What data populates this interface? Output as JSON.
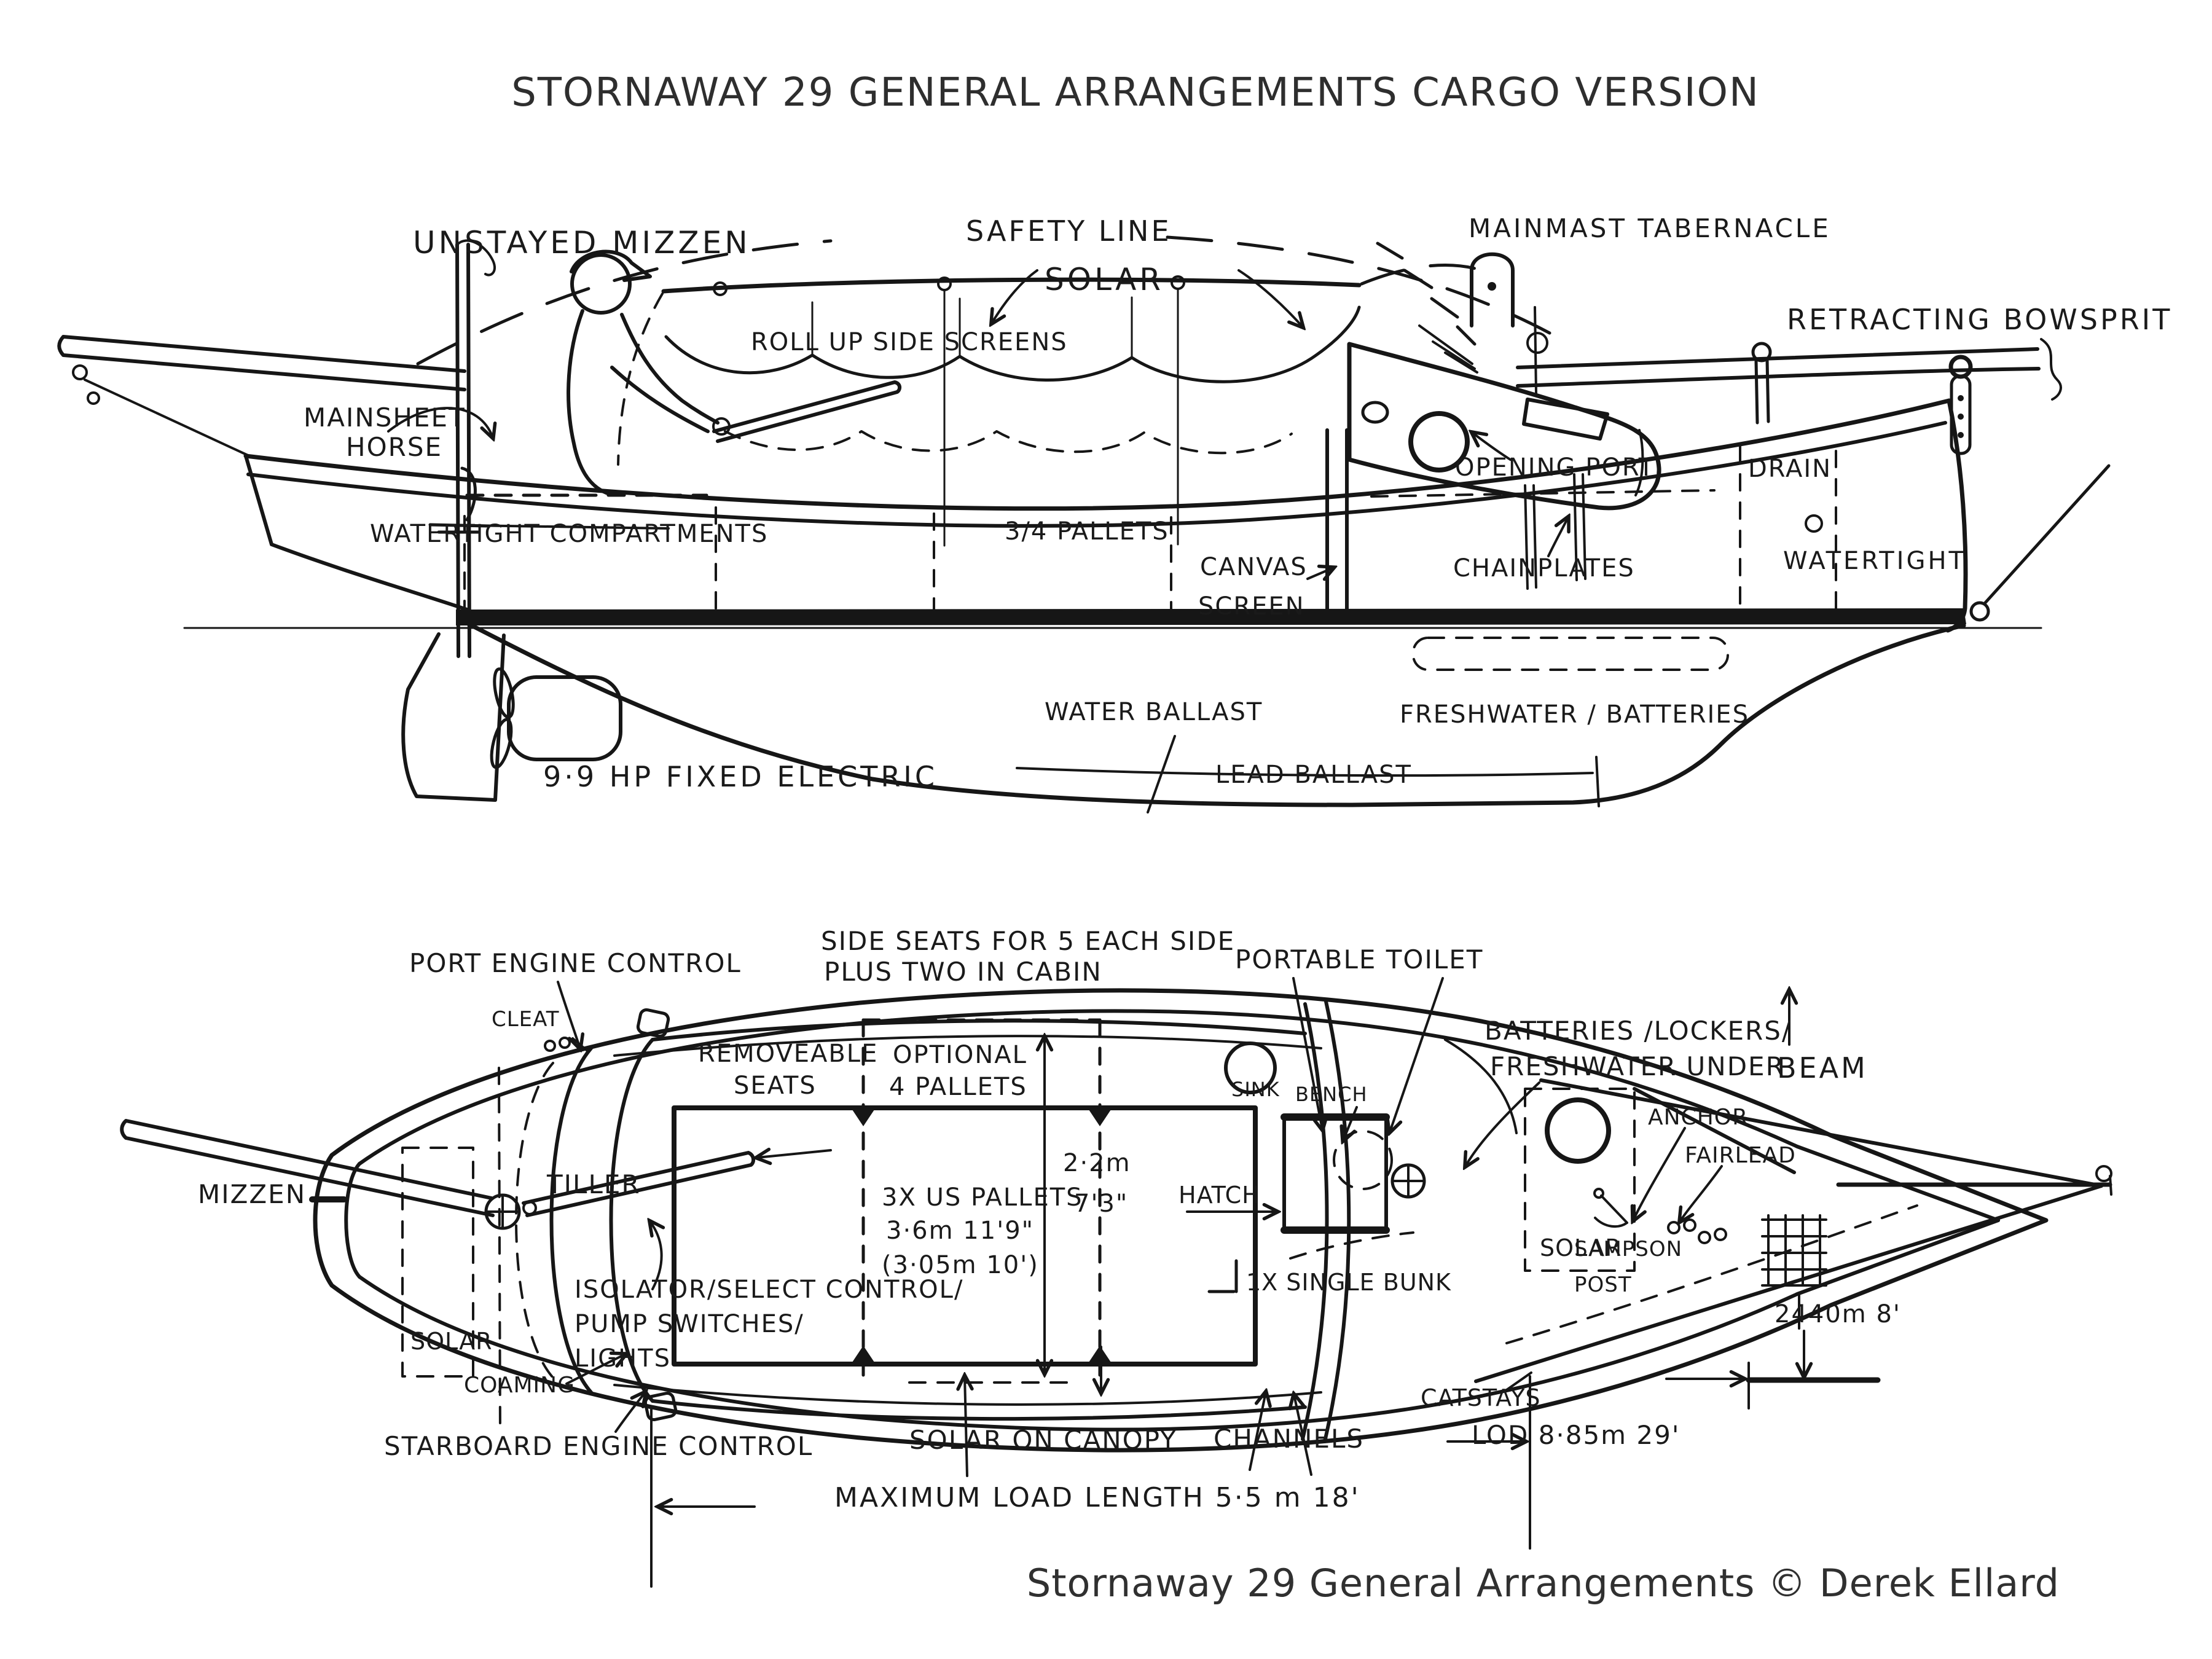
{
  "title": "STORNAWAY 29 GENERAL ARRANGEMENTS CARGO VERSION",
  "credit": "Stornaway 29 General Arrangements © Derek Ellard",
  "colors": {
    "ink": "#161616",
    "paper": "#ffffff"
  },
  "side_view": {
    "unstayed_mizzen": "UNSTAYED MIZZEN",
    "safety_line": "SAFETY LINE",
    "solar": "SOLAR",
    "roll_up_side_screens": "ROLL UP SIDE SCREENS",
    "mainmast_tabernacle": "MAINMAST TABERNACLE",
    "retracting_bowsprit": "RETRACTING BOWSPRIT",
    "mainsheet_horse": [
      "MAINSHEET",
      "HORSE"
    ],
    "watertight_compartments": "WATERTIGHT COMPARTMENTS",
    "pallets_34": "3/4 PALLETS",
    "opening_port": "OPENING PORT",
    "drain": "DRAIN",
    "canvas_screen": [
      "CANVAS",
      "SCREEN"
    ],
    "chainplates": "CHAINPLATES",
    "watertight": "WATERTIGHT",
    "water_ballast": "WATER BALLAST",
    "freshwater_batteries": "FRESHWATER / BATTERIES",
    "lead_ballast": "LEAD BALLAST",
    "engine": "9·9 HP FIXED ELECTRIC"
  },
  "plan_view": {
    "port_engine_control": "PORT ENGINE CONTROL",
    "side_seats": [
      "SIDE SEATS FOR 5 EACH SIDE",
      "PLUS TWO IN CABIN"
    ],
    "portable_toilet": "PORTABLE TOILET",
    "cleat": "CLEAT",
    "removeable_seats": [
      "REMOVEABLE",
      "SEATS"
    ],
    "optional_pallets": [
      "OPTIONAL",
      "4 PALLETS"
    ],
    "sink": "SINK",
    "bench": "BENCH",
    "batteries_lockers": [
      "BATTERIES /LOCKERS/",
      "FRESHWATER UNDER"
    ],
    "beam": "BEAM",
    "anchor": "ANCHOR",
    "fairlead": "FAIRLEAD",
    "mizzen": "MIZZEN",
    "solar_left": "SOLAR",
    "tiller": "TILLER",
    "isolator": [
      "ISOLATOR/SELECT CONTROL/",
      "PUMP SWITCHES/",
      "LIGHTS"
    ],
    "us_pallets": [
      "3X US PALLETS",
      "3·6m 11'9\"",
      "(3·05m 10')"
    ],
    "dim_22m": [
      "2·2m",
      "7'3\""
    ],
    "hatch": "HATCH",
    "solar_right": "SOLAR",
    "single_bunk": "1X SINGLE BUNK",
    "sampson_post": [
      "SAMPSON",
      "POST"
    ],
    "dim_2440": "2440m 8'",
    "coaming": "COAMING",
    "starboard_engine_control": "STARBOARD ENGINE CONTROL",
    "solar_on_canopy": "SOLAR ON CANOPY",
    "channels": "CHANNELS",
    "catstays": "CATSTAYS",
    "lod": "LOD 8·85m 29'",
    "max_load": "MAXIMUM LOAD LENGTH 5·5 m 18'"
  }
}
